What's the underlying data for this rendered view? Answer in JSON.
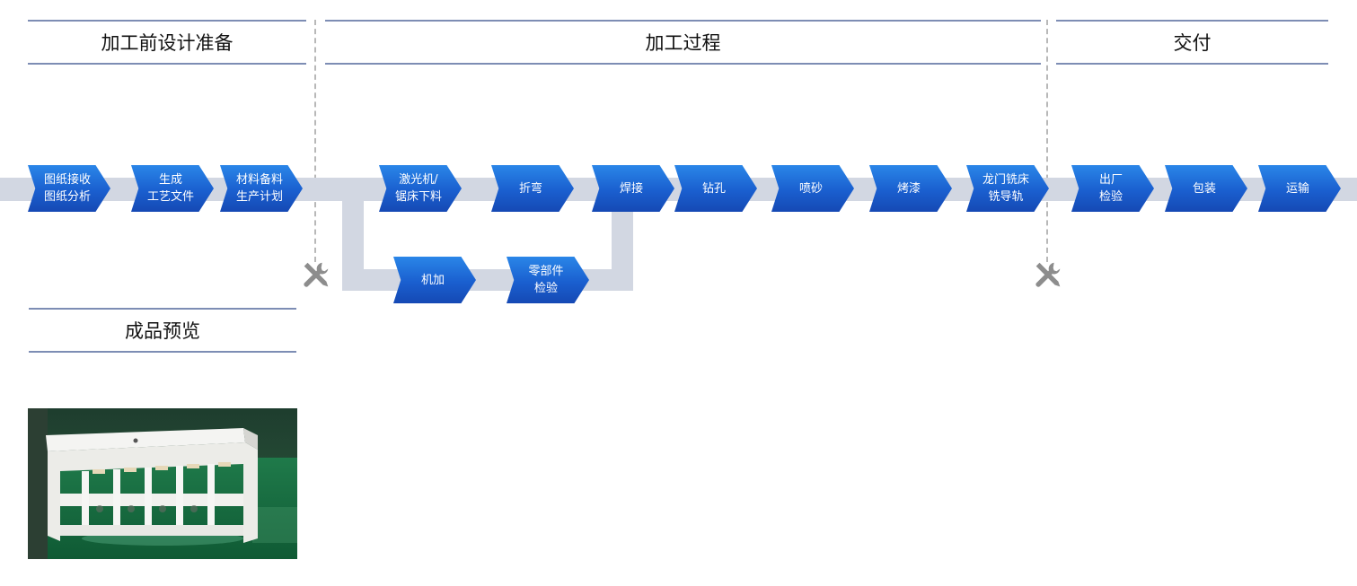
{
  "sections": {
    "prep": "加工前设计准备",
    "process": "加工过程",
    "delivery": "交付",
    "preview": "成品预览"
  },
  "steps": {
    "s1": "图纸接收\n图纸分析",
    "s2": "生成\n工艺文件",
    "s3": "材料备料\n生产计划",
    "s4": "激光机/\n锯床下料",
    "s5": "折弯",
    "s6": "焊接",
    "s7": "钻孔",
    "s8": "喷砂",
    "s9": "烤漆",
    "s10": "龙门铣床\n铣导轨",
    "s11": "出厂\n检验",
    "s12": "包装",
    "s13": "运输",
    "b1": "机加",
    "b2": "零部件\n检验"
  },
  "icons": {
    "divider1": "wrench-screwdriver-icon",
    "divider2": "wrench-screwdriver-icon"
  },
  "colors": {
    "step_top": "#2a86e8",
    "step_bottom": "#1549b4",
    "track": "#d2d7e2",
    "header_rule": "#7d8db4"
  }
}
